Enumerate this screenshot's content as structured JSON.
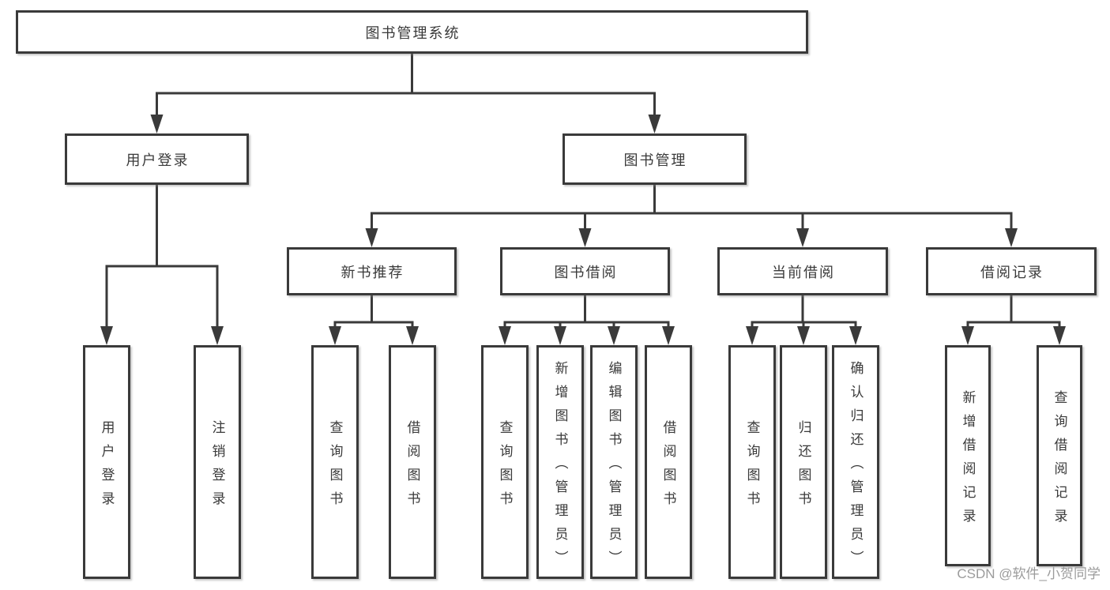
{
  "diagram": {
    "root": {
      "label": "图书管理系统"
    },
    "level2": [
      {
        "label": "用户登录",
        "children": [
          {
            "label": "用户登录"
          },
          {
            "label": "注销登录"
          }
        ]
      },
      {
        "label": "图书管理",
        "children": [
          {
            "label": "新书推荐",
            "children": [
              {
                "label": "查询图书"
              },
              {
                "label": "借阅图书"
              }
            ]
          },
          {
            "label": "图书借阅",
            "children": [
              {
                "label": "查询图书"
              },
              {
                "label": "新增图书（管理员）"
              },
              {
                "label": "编辑图书（管理员）"
              },
              {
                "label": "借阅图书"
              }
            ]
          },
          {
            "label": "当前借阅",
            "children": [
              {
                "label": "查询图书"
              },
              {
                "label": "归还图书"
              },
              {
                "label": "确认归还（管理员）"
              }
            ]
          },
          {
            "label": "借阅记录",
            "children": [
              {
                "label": "新增借阅记录"
              },
              {
                "label": "查询借阅记录"
              }
            ]
          }
        ]
      }
    ]
  },
  "watermark": "CSDN @软件_小贺同学",
  "colors": {
    "line": "#3a3a3a",
    "text": "#3a3a3a",
    "box_background": "#ffffff",
    "watermark": "#9b9b9b",
    "page_background": "#ffffff"
  }
}
